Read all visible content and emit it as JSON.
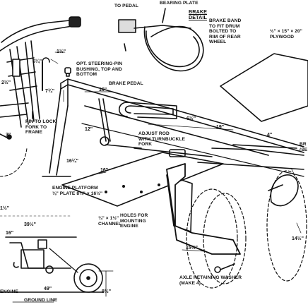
{
  "labels": {
    "to_pedal": "TO PEDAL",
    "bearing_plate": "BEARING PLATE",
    "brake_detail": "BRAKE\nDETAIL",
    "brake_band": "BRAKE BAND\nTO FIT DRUM\nBOLTED TO\nRIM OF REAR\nWHEEL",
    "plywood": "½\" × 15\" × 20\"\nPLYWOOD",
    "steering_pin": "OPT. STEERING-PIN\nBUSHING, TOP AND\nBOTTOM",
    "brake_pedal": "BRAKE PEDAL",
    "pin_to_lock": "PIN TO LOCK\nFORK TO\nFRAME",
    "adjust_rod": "ADJUST ROD\nWITH TURNBUCKLE\nFORK",
    "engine_platform": "ENGINE PLATFORM\n⅛\" PLATE 8¼\" × 16½\"",
    "channel": "¾\" × 1½\"\nCHANNEL",
    "holes": "HOLES FOR\nMOUNTING\nENGINE",
    "axle_washer": "AXLE RETAINING WASHER\n(MAKE 4)",
    "engine": "ENGINE",
    "ground_line": "GROUND LINE",
    "partial_right": "BR\n(SE"
  },
  "dimensions": {
    "d_1_5_top": "1½\"",
    "d_5_25": "5¼\"",
    "d_7_75": "7¾\"",
    "d_16_a": "16\"",
    "d_6_5": "6½\"",
    "d_19": "19\"",
    "d_12": "12\"",
    "d_16_25": "16¼\"",
    "d_16_b": "16\"",
    "d_4": "4\"",
    "d_15_5": "15½\"",
    "d_14_5": "14½\"",
    "d_2_5": "2½\"",
    "d_3": "3\"",
    "d_1_5_left": "1½\"",
    "d_39_5": "39½\"",
    "d_16_c": "16\"",
    "d_49": "49\"",
    "d_8_5": "8½\""
  }
}
